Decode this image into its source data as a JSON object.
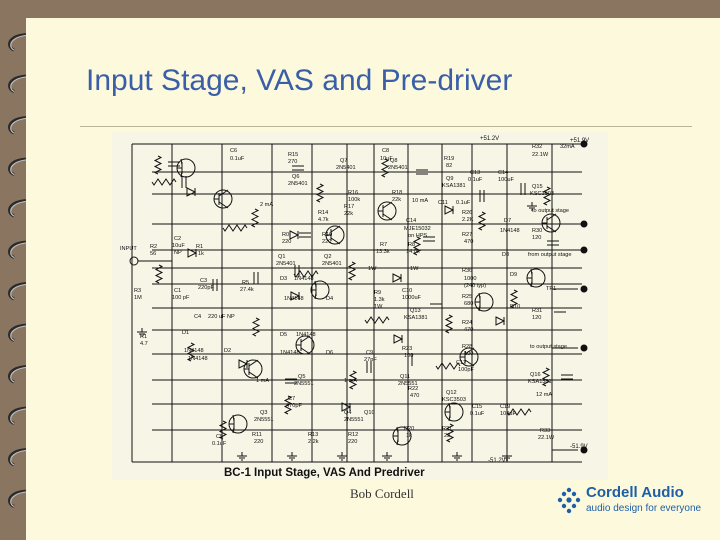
{
  "slide": {
    "title": "Input Stage, VAS and Pre-driver",
    "author": "Bob Cordell"
  },
  "schematic": {
    "caption": "BC-1 Input Stage, VAS And Predriver",
    "rails": {
      "pos_top": "+51.2V",
      "pos_out": "+51.9V",
      "neg_bot": "-51.2V",
      "neg_out": "-51.9V"
    },
    "labels": [
      {
        "id": "c6",
        "text": "C6"
      },
      {
        "id": "c6v",
        "text": "0.1uF"
      },
      {
        "id": "r15",
        "text": "R15"
      },
      {
        "id": "r15v",
        "text": "270"
      },
      {
        "id": "q7",
        "text": "Q7"
      },
      {
        "id": "q7v",
        "text": "2N5401"
      },
      {
        "id": "c8",
        "text": "C8"
      },
      {
        "id": "c8v",
        "text": "10uF"
      },
      {
        "id": "q8",
        "text": "Q8"
      },
      {
        "id": "q8v",
        "text": "2N5401"
      },
      {
        "id": "r19",
        "text": "R19"
      },
      {
        "id": "r19v",
        "text": "82"
      },
      {
        "id": "r32",
        "text": "R32"
      },
      {
        "id": "r32v",
        "text": "22.1W"
      },
      {
        "id": "i32",
        "text": "32mA"
      },
      {
        "id": "q6",
        "text": "Q6"
      },
      {
        "id": "q6v",
        "text": "2N5401"
      },
      {
        "id": "q9",
        "text": "Q9"
      },
      {
        "id": "q9v",
        "text": "KSA1381"
      },
      {
        "id": "c13",
        "text": "C13"
      },
      {
        "id": "c13v",
        "text": "0.1uF"
      },
      {
        "id": "c14",
        "text": "C14"
      },
      {
        "id": "c14v",
        "text": "100uF"
      },
      {
        "id": "q15",
        "text": "Q15"
      },
      {
        "id": "q15v",
        "text": "KSC3503"
      },
      {
        "id": "ima2",
        "text": "2 mA"
      },
      {
        "id": "r16",
        "text": "R16"
      },
      {
        "id": "r16v",
        "text": "100k"
      },
      {
        "id": "r18",
        "text": "R18"
      },
      {
        "id": "r18v",
        "text": "22k"
      },
      {
        "id": "ima10",
        "text": "10 mA"
      },
      {
        "id": "c11",
        "text": "C11"
      },
      {
        "id": "c11v",
        "text": "0.1uF"
      },
      {
        "id": "r17",
        "text": "R17"
      },
      {
        "id": "r17v",
        "text": "22k"
      },
      {
        "id": "r14",
        "text": "R14"
      },
      {
        "id": "r14v",
        "text": "4.7k"
      },
      {
        "id": "r26",
        "text": "R26"
      },
      {
        "id": "r26v",
        "text": "2.2K"
      },
      {
        "id": "d7",
        "text": "D7"
      },
      {
        "id": "toout1",
        "text": "to output stage"
      },
      {
        "id": "c14b",
        "text": "C14"
      },
      {
        "id": "mje",
        "text": "MJE15032"
      },
      {
        "id": "onfps",
        "text": "on HPS"
      },
      {
        "id": "r30",
        "text": "R30"
      },
      {
        "id": "r30v",
        "text": "120"
      },
      {
        "id": "r0",
        "text": "R0"
      },
      {
        "id": "r0v",
        "text": "220"
      },
      {
        "id": "r10",
        "text": "R10"
      },
      {
        "id": "r10v",
        "text": "220"
      },
      {
        "id": "r27",
        "text": "R27"
      },
      {
        "id": "r27v",
        "text": "470"
      },
      {
        "id": "n4148",
        "text": "1N4148"
      },
      {
        "id": "input",
        "text": "INPUT"
      },
      {
        "id": "r2",
        "text": "R2"
      },
      {
        "id": "r2v",
        "text": "56"
      },
      {
        "id": "c2",
        "text": "C2"
      },
      {
        "id": "c2v",
        "text": "10uF"
      },
      {
        "id": "c2n",
        "text": "NP"
      },
      {
        "id": "r1",
        "text": "R1"
      },
      {
        "id": "r1v",
        "text": "1k"
      },
      {
        "id": "q1",
        "text": "Q1"
      },
      {
        "id": "q1v",
        "text": "2N5401"
      },
      {
        "id": "q2",
        "text": "Q2"
      },
      {
        "id": "q2v",
        "text": "2N5401"
      },
      {
        "id": "r7",
        "text": "R7"
      },
      {
        "id": "r7v",
        "text": "13.3k"
      },
      {
        "id": "r8",
        "text": "R8"
      },
      {
        "id": "r8v",
        "text": "14.0k"
      },
      {
        "id": "d8",
        "text": "D8"
      },
      {
        "id": "fromout",
        "text": "from output stage"
      },
      {
        "id": "w1a",
        "text": "1W"
      },
      {
        "id": "w1b",
        "text": "1W"
      },
      {
        "id": "r3",
        "text": "R3"
      },
      {
        "id": "r3v",
        "text": "1M"
      },
      {
        "id": "c1",
        "text": "C1"
      },
      {
        "id": "c1v",
        "text": "100 pF"
      },
      {
        "id": "c3",
        "text": "C3"
      },
      {
        "id": "c3v",
        "text": "220pF"
      },
      {
        "id": "r5",
        "text": "R5"
      },
      {
        "id": "r5v",
        "text": "27.4k"
      },
      {
        "id": "d3",
        "text": "D3"
      },
      {
        "id": "d3v",
        "text": "1N4148"
      },
      {
        "id": "d4",
        "text": "D4"
      },
      {
        "id": "d4v",
        "text": "1N4148"
      },
      {
        "id": "r9",
        "text": "R9"
      },
      {
        "id": "r9v",
        "text": "1.3k"
      },
      {
        "id": "r9w",
        "text": "1W"
      },
      {
        "id": "c10",
        "text": "C10"
      },
      {
        "id": "c10v",
        "text": "1000uF"
      },
      {
        "id": "r36",
        "text": "R36"
      },
      {
        "id": "r36v",
        "text": "1000"
      },
      {
        "id": "r36t",
        "text": "(240 typ)"
      },
      {
        "id": "d9",
        "text": "D9"
      },
      {
        "id": "d10",
        "text": "D10"
      },
      {
        "id": "tp1",
        "text": "TP1"
      },
      {
        "id": "r25",
        "text": "R25"
      },
      {
        "id": "r25v",
        "text": "680"
      },
      {
        "id": "q13",
        "text": "Q13"
      },
      {
        "id": "q13v",
        "text": "KSA1381"
      },
      {
        "id": "r31",
        "text": "R31"
      },
      {
        "id": "r31v",
        "text": "120"
      },
      {
        "id": "c4",
        "text": "C4"
      },
      {
        "id": "c4v",
        "text": "220 uF NP"
      },
      {
        "id": "r24",
        "text": "R24"
      },
      {
        "id": "r24v",
        "text": "470"
      },
      {
        "id": "r1b",
        "text": "R1"
      },
      {
        "id": "r1bv",
        "text": "4.7"
      },
      {
        "id": "d1",
        "text": "D1"
      },
      {
        "id": "d1v",
        "text": "1N4148"
      },
      {
        "id": "d2",
        "text": "D2"
      },
      {
        "id": "d2v",
        "text": "1N4148"
      },
      {
        "id": "d5",
        "text": "D5"
      },
      {
        "id": "d5v",
        "text": "1N4148"
      },
      {
        "id": "d6",
        "text": "D6"
      },
      {
        "id": "d6v",
        "text": "1N4148"
      },
      {
        "id": "c9",
        "text": "C9"
      },
      {
        "id": "c9v",
        "text": "27pF"
      },
      {
        "id": "r23",
        "text": "R23"
      },
      {
        "id": "r23v",
        "text": "100"
      },
      {
        "id": "r28",
        "text": "R28"
      },
      {
        "id": "r28v",
        "text": "100"
      },
      {
        "id": "c12",
        "text": "C12"
      },
      {
        "id": "c12v",
        "text": "100pF"
      },
      {
        "id": "toout2",
        "text": "to output stage"
      },
      {
        "id": "ima1a",
        "text": "1 mA"
      },
      {
        "id": "q5",
        "text": "Q5"
      },
      {
        "id": "q5v",
        "text": "2N5551"
      },
      {
        "id": "ima1b",
        "text": "1 mA"
      },
      {
        "id": "q11",
        "text": "Q11"
      },
      {
        "id": "q11v",
        "text": "2N5551"
      },
      {
        "id": "r22",
        "text": "R22"
      },
      {
        "id": "r22v",
        "text": "470"
      },
      {
        "id": "q16",
        "text": "Q16"
      },
      {
        "id": "q16v",
        "text": "KSA1381"
      },
      {
        "id": "q12",
        "text": "Q12"
      },
      {
        "id": "q12v",
        "text": "KSC3503"
      },
      {
        "id": "ima12",
        "text": "12 mA"
      },
      {
        "id": "c7",
        "text": "C7"
      },
      {
        "id": "c7v",
        "text": "470pF"
      },
      {
        "id": "q3",
        "text": "Q3"
      },
      {
        "id": "q3v",
        "text": "2N5551"
      },
      {
        "id": "q4",
        "text": "Q4"
      },
      {
        "id": "q10",
        "text": "Q10"
      },
      {
        "id": "q4v",
        "text": "2N5551"
      },
      {
        "id": "c15",
        "text": "C15"
      },
      {
        "id": "c15v",
        "text": "0.1uF"
      },
      {
        "id": "c19",
        "text": "C19"
      },
      {
        "id": "c19v",
        "text": "100uF"
      },
      {
        "id": "r33",
        "text": "R33"
      },
      {
        "id": "r33v",
        "text": "22.1W"
      },
      {
        "id": "c5",
        "text": "C5"
      },
      {
        "id": "c5v",
        "text": "0.1uF"
      },
      {
        "id": "r11",
        "text": "R11"
      },
      {
        "id": "r11v",
        "text": "220"
      },
      {
        "id": "r13",
        "text": "R13"
      },
      {
        "id": "r13v",
        "text": "2.2k"
      },
      {
        "id": "r12",
        "text": "R12"
      },
      {
        "id": "r12v",
        "text": "220"
      },
      {
        "id": "r20",
        "text": "R20"
      },
      {
        "id": "r20v",
        "text": "1k"
      },
      {
        "id": "r21",
        "text": "R21"
      },
      {
        "id": "r21v",
        "text": "22"
      }
    ]
  },
  "logo": {
    "name": "Cordell Audio",
    "tagline": "audio design for everyone",
    "color": "#1e5fa6"
  },
  "colors": {
    "background": "#8a7560",
    "page": "#fdf9dc",
    "title": "#3a5fa8"
  }
}
